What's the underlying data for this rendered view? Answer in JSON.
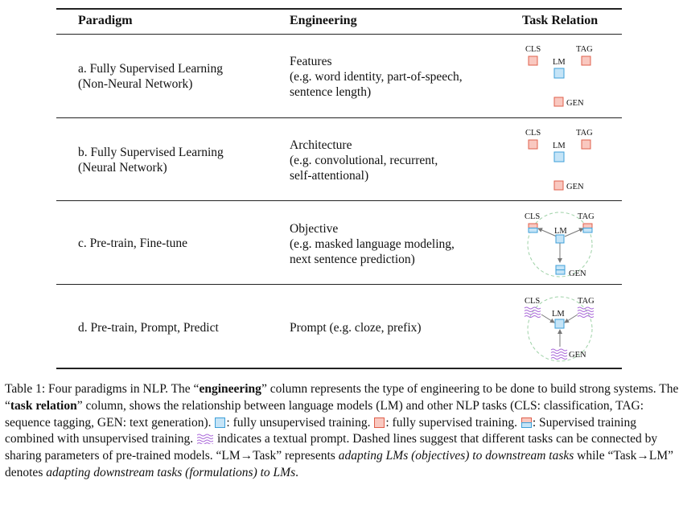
{
  "table": {
    "headers": {
      "paradigm": "Paradigm",
      "engineering": "Engineering",
      "task_relation": "Task Relation"
    },
    "rows": [
      {
        "paradigm_line1": "a. Fully Supervised Learning",
        "paradigm_line2": "(Non-Neural Network)",
        "eng_line1": "Features",
        "eng_line2": "(e.g. word identity, part-of-speech,",
        "eng_line3": "sentence length)"
      },
      {
        "paradigm_line1": "b. Fully Supervised Learning",
        "paradigm_line2": "(Neural Network)",
        "eng_line1": "Architecture",
        "eng_line2": "(e.g. convolutional, recurrent,",
        "eng_line3": "self-attentional)"
      },
      {
        "paradigm_line1": "c. Pre-train, Fine-tune",
        "paradigm_line2": "",
        "eng_line1": "Objective",
        "eng_line2": "(e.g. masked language modeling,",
        "eng_line3": "next sentence prediction)"
      },
      {
        "paradigm_line1": "d. Pre-train, Prompt, Predict",
        "paradigm_line2": "",
        "eng_line1": "Prompt (e.g. cloze, prefix)",
        "eng_line2": "",
        "eng_line3": ""
      }
    ],
    "diagram_labels": {
      "cls": "CLS",
      "tag": "TAG",
      "lm": "LM",
      "gen": "GEN"
    }
  },
  "caption": {
    "p1": "Table 1: Four paradigms in NLP. The “",
    "b1": "engineering",
    "p2": "” column represents the type of engineering to be done to build strong systems. The “",
    "b2": "task relation",
    "p3": "” column, shows the relationship between language models (LM) and other NLP tasks (CLS: classification, TAG: sequence tagging, GEN: text generation).",
    "p4": ": fully unsupervised training.",
    "p5": ": fully supervised training.",
    "p6": ": Supervised training combined with unsupervised training.",
    "p7": "indicates a textual prompt. Dashed lines suggest that different tasks can be connected by sharing parameters of pre-trained models. “LM→Task” represents",
    "i1": "adapting LMs (objectives) to downstream tasks",
    "p8": "while “Task→LM” denotes",
    "i2": "adapting downstream tasks (formulations) to LMs",
    "p9": "."
  },
  "colors": {
    "supervised_fill": "#f9c8c0",
    "supervised_stroke": "#e0604c",
    "unsupervised_fill": "#c5e4f7",
    "unsupervised_stroke": "#3d9fd8",
    "prompt_purple": "#a866d8",
    "dashed_circle": "#9fd2a8",
    "arrow": "#777777"
  }
}
